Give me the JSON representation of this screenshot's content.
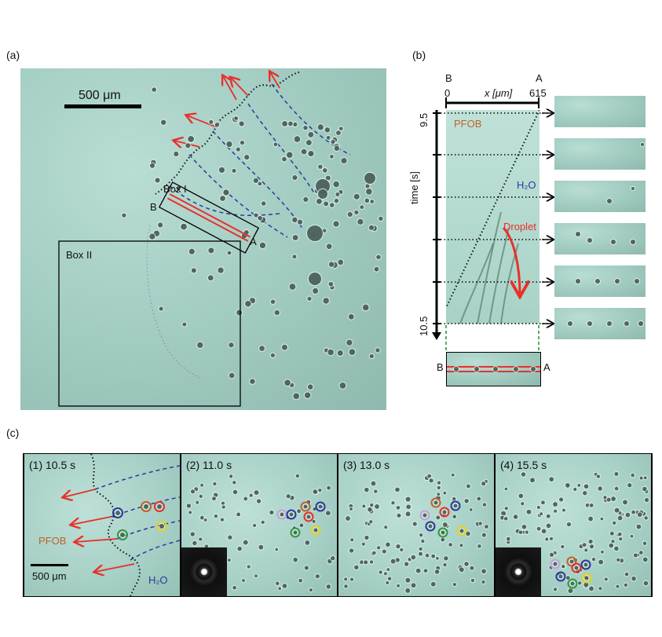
{
  "panel_a": {
    "label": "(a)",
    "scale_bar": "500 μm",
    "box1": "Box I",
    "box2": "Box II",
    "point_a": "A",
    "point_b": "B"
  },
  "panel_b": {
    "label": "(b)",
    "point_b": "B",
    "point_a": "A",
    "x_start": "0",
    "x_end": "615",
    "x_label": "x [μm]",
    "time_label": "time [s]",
    "t_start": "9.5",
    "t_end": "10.5",
    "pfob": "PFOB",
    "h2o": "H₂O",
    "droplet": "Droplet"
  },
  "panel_c": {
    "label": "(c)",
    "frames": [
      {
        "title": "(1) 10.5 s"
      },
      {
        "title": "(2) 11.0 s"
      },
      {
        "title": "(3) 13.0 s"
      },
      {
        "title": "(4) 15.5 s"
      }
    ],
    "pfob": "PFOB",
    "h2o": "H₂O",
    "scale_bar": "500 μm"
  },
  "colors": {
    "red_arrow": "#e8302a",
    "blue_dash": "#2b3a9a",
    "pfob_text": "#c0612b",
    "h2o_text": "#2b3a9a",
    "dots": "#3a4f49"
  }
}
